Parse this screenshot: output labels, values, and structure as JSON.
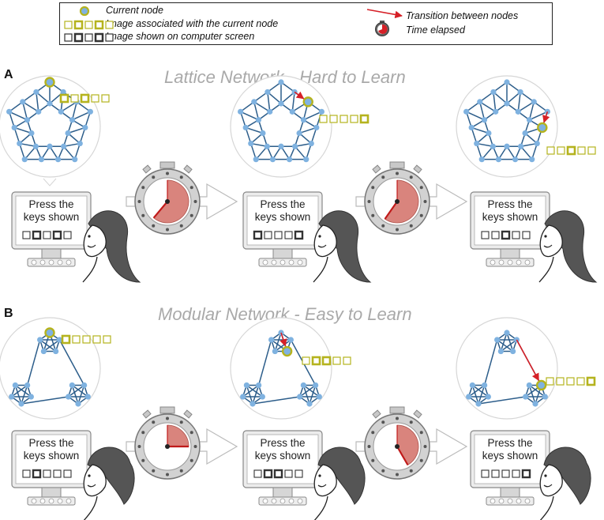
{
  "legend": {
    "current_node": "Current node",
    "associated_image": "Image associated with the current node",
    "screen_image": "Image shown on computer screen",
    "transition": "Transition between nodes",
    "time_elapsed": "Time elapsed"
  },
  "sections": [
    {
      "letter": "A",
      "title": "Lattice Network - Hard to Learn",
      "network": "lattice",
      "panels": [
        {
          "screen_line1": "Press the",
          "screen_line2": "keys shown",
          "assoc_pattern": [
            1,
            0,
            1,
            0,
            0
          ],
          "screen_pattern": [
            0,
            1,
            0,
            1,
            0
          ]
        },
        {
          "screen_line1": "Press the",
          "screen_line2": "keys shown",
          "assoc_pattern": [
            0,
            0,
            0,
            0,
            1
          ],
          "screen_pattern": [
            1,
            0,
            0,
            0,
            1
          ]
        },
        {
          "screen_line1": "Press the",
          "screen_line2": "keys shown",
          "assoc_pattern": [
            0,
            0,
            1,
            0,
            0
          ],
          "screen_pattern": [
            0,
            0,
            1,
            0,
            0
          ]
        }
      ],
      "hair": "long"
    },
    {
      "letter": "B",
      "title": "Modular Network - Easy to Learn",
      "network": "modular",
      "panels": [
        {
          "screen_line1": "Press the",
          "screen_line2": "keys shown",
          "assoc_pattern": [
            1,
            0,
            0,
            0,
            0
          ],
          "screen_pattern": [
            0,
            1,
            0,
            0,
            0
          ]
        },
        {
          "screen_line1": "Press the",
          "screen_line2": "keys shown",
          "assoc_pattern": [
            0,
            1,
            1,
            0,
            0
          ],
          "screen_pattern": [
            0,
            1,
            1,
            0,
            0
          ]
        },
        {
          "screen_line1": "Press the",
          "screen_line2": "keys shown",
          "assoc_pattern": [
            0,
            0,
            0,
            0,
            1
          ],
          "screen_pattern": [
            0,
            0,
            0,
            0,
            1
          ]
        }
      ],
      "hair": "curly"
    }
  ],
  "colors": {
    "node": "#7fb2e0",
    "edge": "#2c5d8a",
    "assoc": "#b5b31e",
    "assoc_dark": "#8a8a12",
    "arrow": "#d62027",
    "clock_fill": "#d9847d"
  }
}
